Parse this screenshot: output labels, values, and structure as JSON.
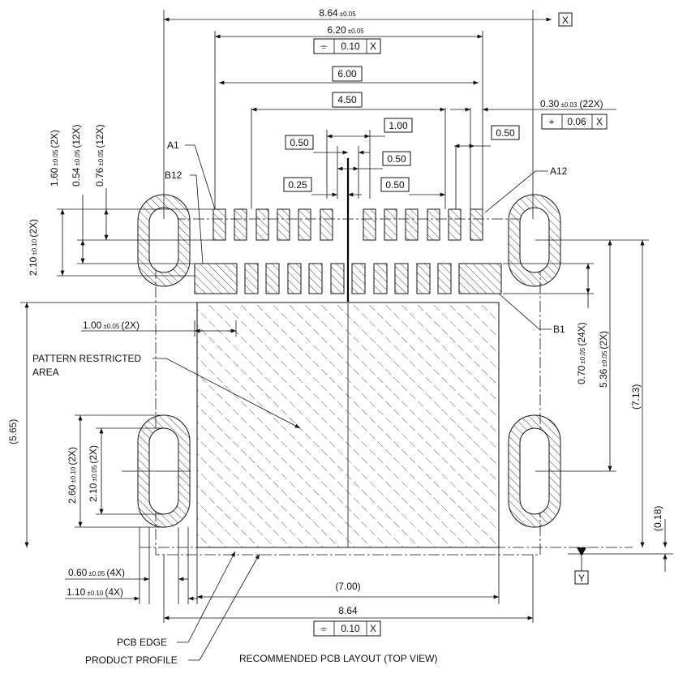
{
  "title": "RECOMMENDED PCB LAYOUT (TOP VIEW)",
  "datums": {
    "x": "X",
    "y": "Y"
  },
  "dimensions": {
    "overall_width_top": {
      "main": "8.64",
      "tol": "±0.05"
    },
    "pad_span_620": {
      "main": "6.20",
      "tol": "±0.05"
    },
    "frame_620_flatness": {
      "symbol": "⌯",
      "value": "0.10",
      "datum": "X"
    },
    "basic_600": "6.00",
    "basic_450": "4.50",
    "pad_width": {
      "main": "0.30",
      "tol": "±0.03",
      "count": "(22X)"
    },
    "frame_pad_position": {
      "symbol": "⌖",
      "value": "0.06",
      "datum": "X"
    },
    "basic_100": "1.00",
    "basic_050_a": "0.50",
    "basic_050_b": "0.50",
    "basic_050_c": "0.50",
    "basic_050_d": "0.50",
    "basic_025": "0.25",
    "left_160": {
      "main": "1.60",
      "tol": "±0.05",
      "count": "(2X)"
    },
    "left_054": {
      "main": "0.54",
      "tol": "±0.05",
      "count": "(12X)"
    },
    "left_076": {
      "main": "0.76",
      "tol": "±0.05",
      "count": "(12X)"
    },
    "left_210": {
      "main": "2.10",
      "tol": "±0.10",
      "count": "(2X)"
    },
    "gnd_100": {
      "main": "1.00",
      "tol": "±0.05",
      "count": "(2X)"
    },
    "ref_565": "(5.65)",
    "slot_260": {
      "main": "2.60",
      "tol": "±0.10",
      "count": "(2X)"
    },
    "slot_210": {
      "main": "2.10",
      "tol": "±0.05",
      "count": "(2X)"
    },
    "bottom_060": {
      "main": "0.60",
      "tol": "±0.05",
      "count": "(4X)"
    },
    "bottom_110": {
      "main": "1.10",
      "tol": "±0.10",
      "count": "(4X)"
    },
    "ref_700": "(7.00)",
    "overall_width_bottom": "8.64",
    "frame_bottom_flatness": {
      "symbol": "⌯",
      "value": "0.10",
      "datum": "X"
    },
    "right_070": {
      "main": "0.70",
      "tol": "±0.05",
      "count": "(24X)"
    },
    "right_536": {
      "main": "5.36",
      "tol": "±0.05",
      "count": "(2X)"
    },
    "ref_713": "(7.13)",
    "ref_018": "(0.18)"
  },
  "callouts": {
    "a1": "A1",
    "b12": "B12",
    "a12": "A12",
    "b1": "B1",
    "pattern_restricted_1": "PATTERN RESTRICTED",
    "pattern_restricted_2": "AREA",
    "pcb_edge": "PCB EDGE",
    "product_profile": "PRODUCT PROFILE"
  },
  "pin_rows": {
    "top_row_pads": 12,
    "bottom_row_pads": 12
  }
}
